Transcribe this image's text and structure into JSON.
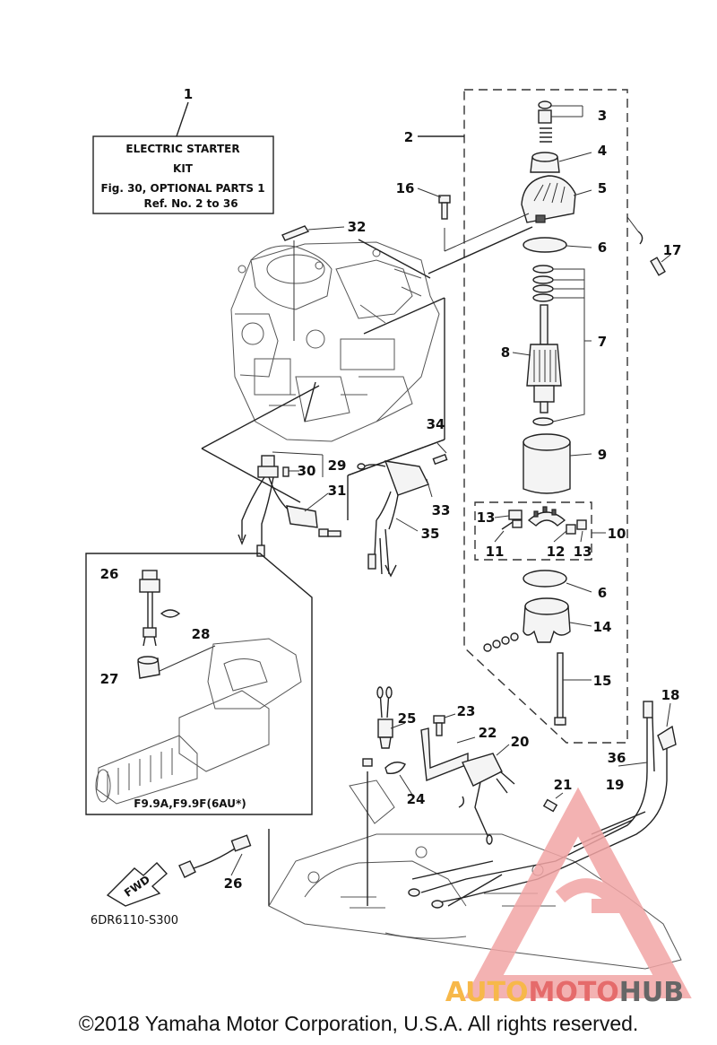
{
  "kit_label": {
    "line1": "ELECTRIC STARTER",
    "line2": "KIT",
    "line3": "Fig. 30, OPTIONAL PARTS 1",
    "line4": "Ref. No. 2 to 36"
  },
  "callouts": {
    "c1": "1",
    "c2": "2",
    "c3": "3",
    "c4": "4",
    "c5": "5",
    "c6": "6",
    "c6b": "6",
    "c7": "7",
    "c8": "8",
    "c9": "9",
    "c10": "10",
    "c11": "11",
    "c12": "12",
    "c13": "13",
    "c13b": "13",
    "c14": "14",
    "c15": "15",
    "c16": "16",
    "c17": "17",
    "c18": "18",
    "c19": "19",
    "c20": "20",
    "c21": "21",
    "c22": "22",
    "c23": "23",
    "c24": "24",
    "c25": "25",
    "c26": "26",
    "c26b": "26",
    "c27": "27",
    "c28": "28",
    "c29": "29",
    "c30": "30",
    "c31": "31",
    "c32": "32",
    "c33": "33",
    "c34": "34",
    "c35": "35",
    "c36": "36"
  },
  "inset_model_label": "F9.9A,F9.9F(6AU*)",
  "fwd_label": "FWD",
  "drawing_code": "6DR6110-S300",
  "watermark": {
    "part1": "AUTO",
    "part2": "MOTO",
    "part3": "HUB",
    "color1": "#f7b84a",
    "color2": "#e56b6b",
    "color3": "#666666"
  },
  "copyright": "©2018 Yamaha Motor Corporation, U.S.A. All rights reserved."
}
